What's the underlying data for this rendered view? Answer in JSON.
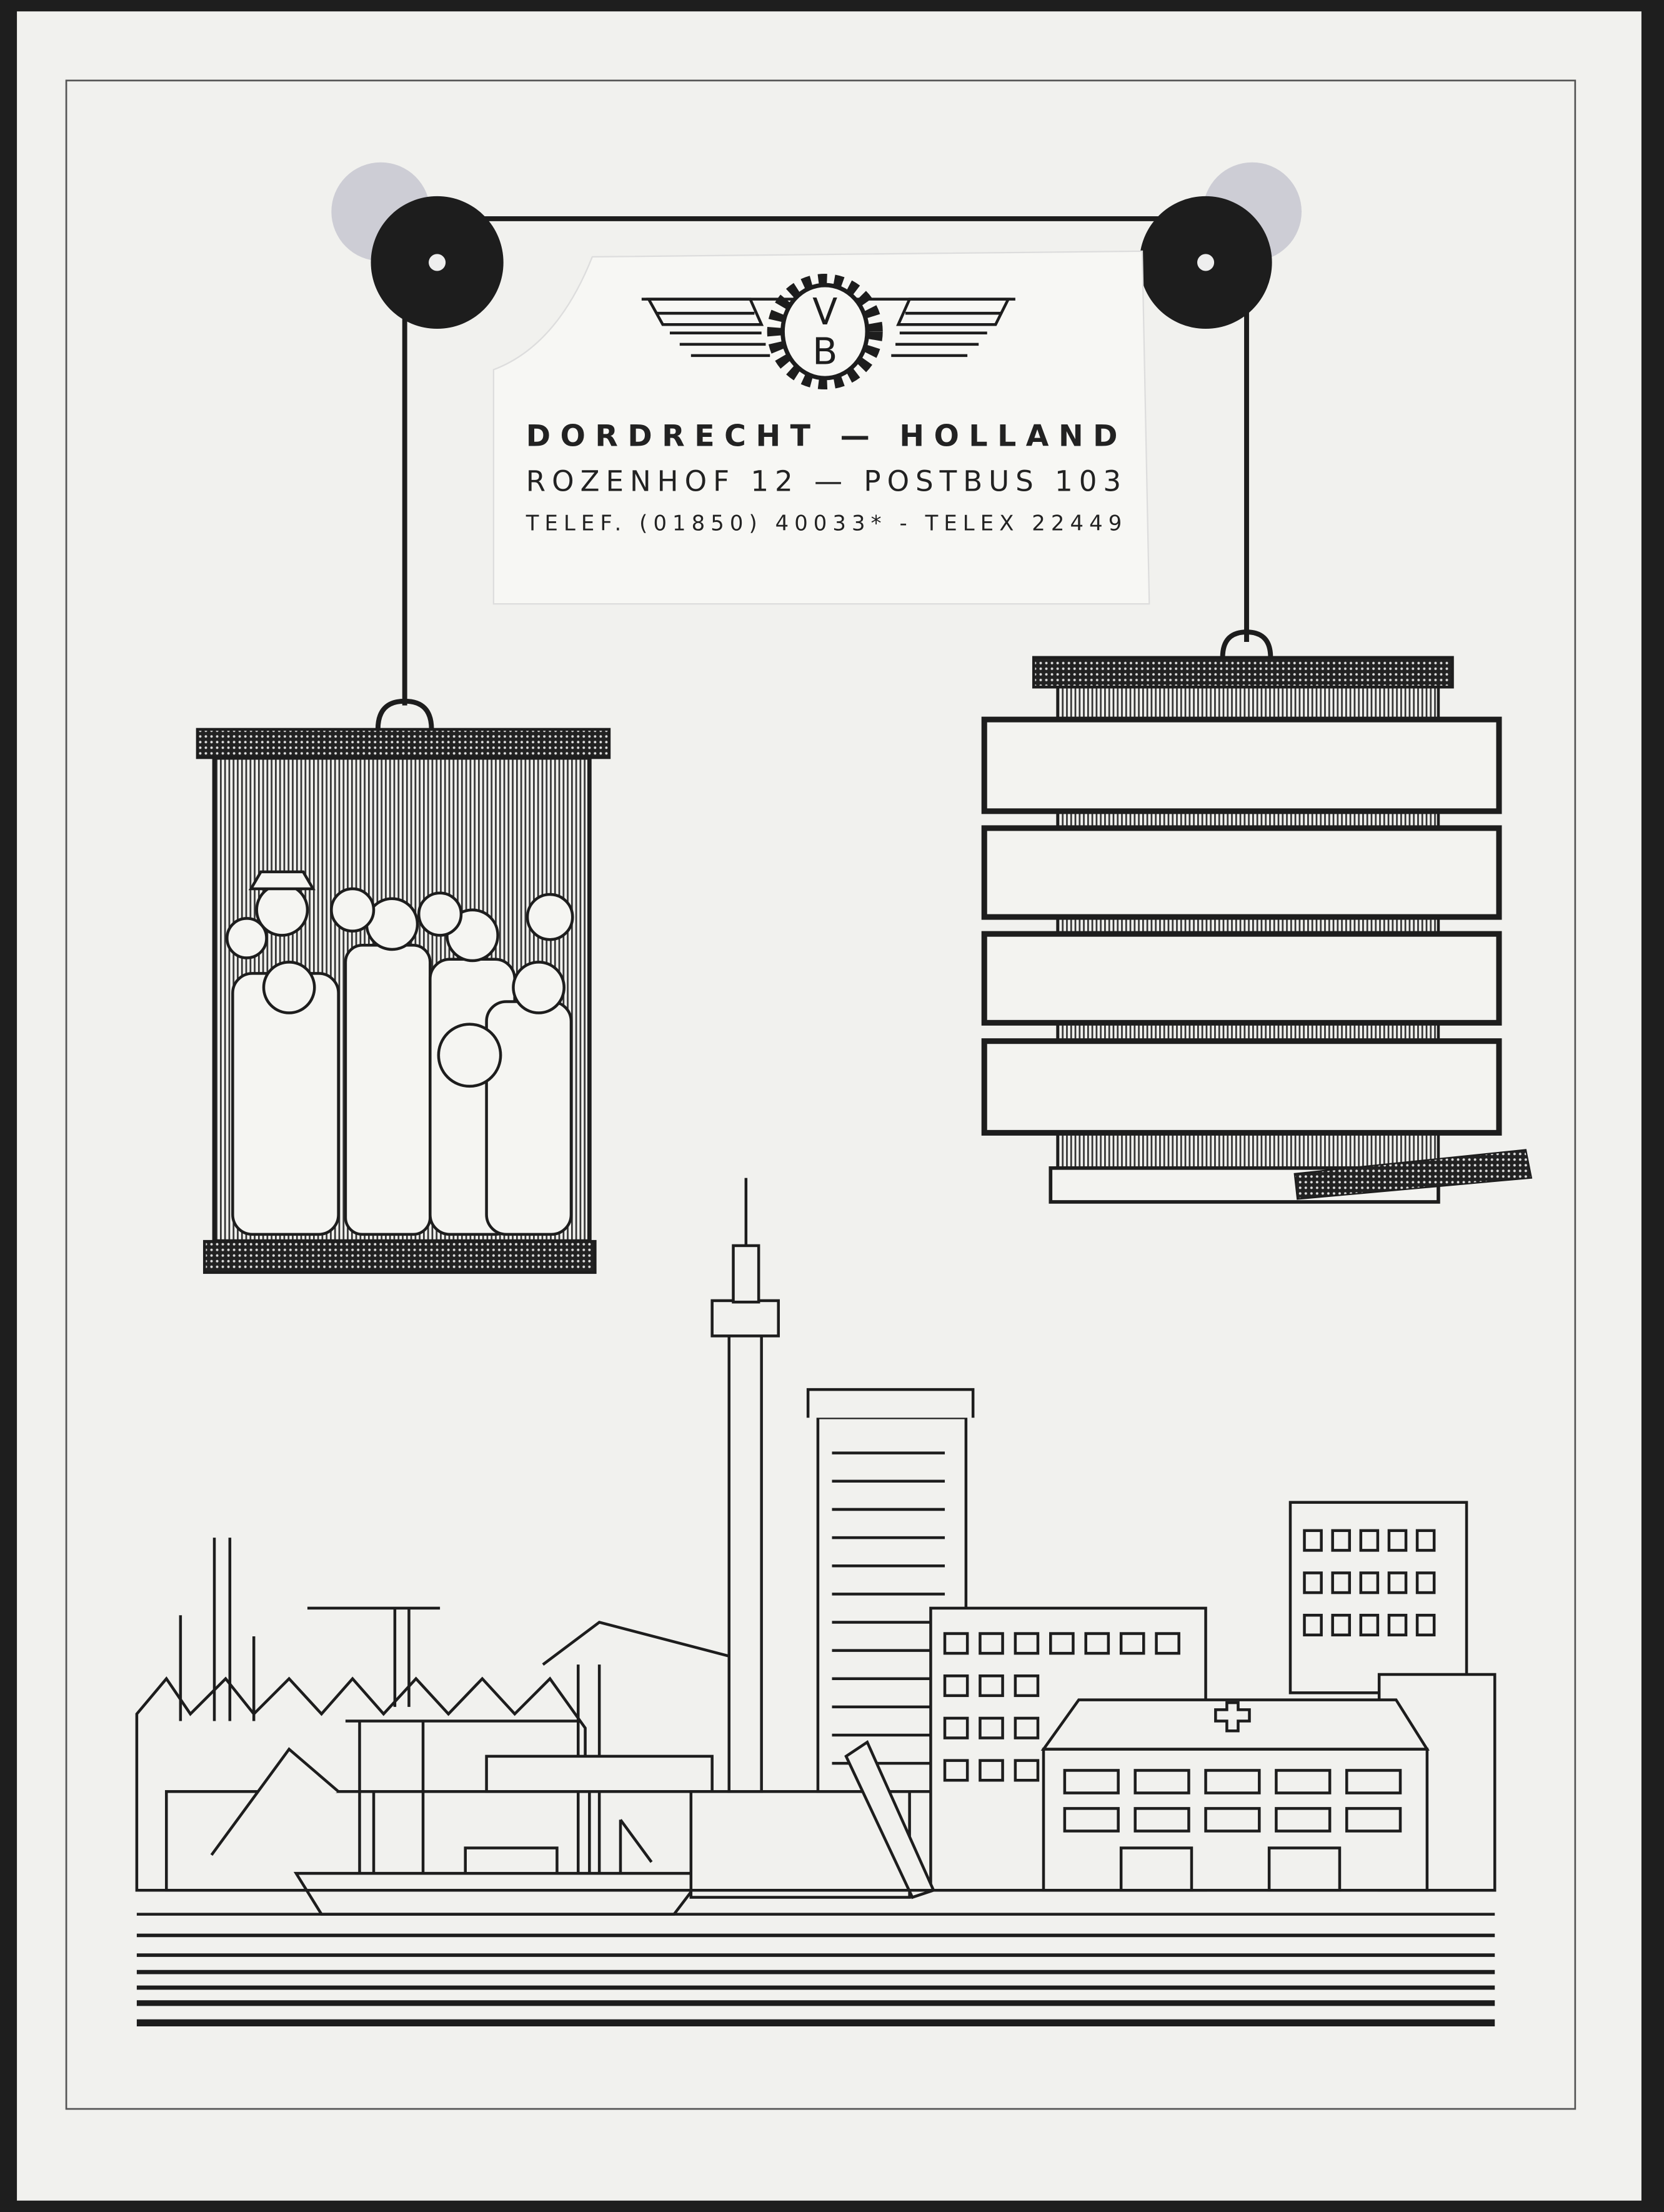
{
  "logo": {
    "letter_top": "V",
    "letter_bottom": "B"
  },
  "address": {
    "line1": "DORDRECHT  —  HOLLAND",
    "line2": "ROZENHOF 12  —  POSTBUS 103",
    "line3": "TELEF. (01850) 40033*  -  TELEX 22449"
  },
  "colors": {
    "paper": "#f1f1ee",
    "ink": "#1d1d1d",
    "scan_edge": "#1e1e1e"
  }
}
